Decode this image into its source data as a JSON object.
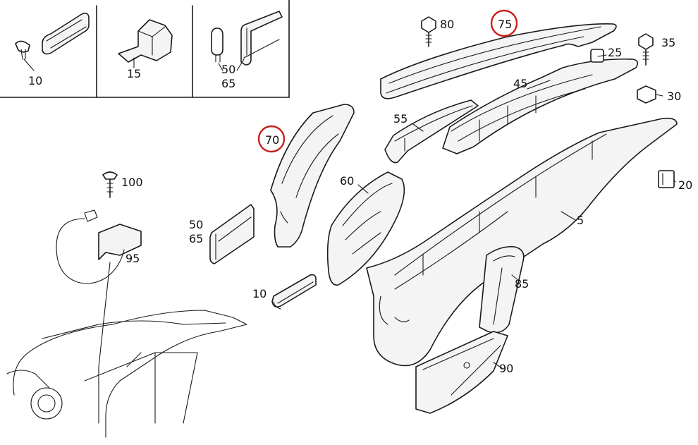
{
  "accent_color": "#c8201e",
  "inset_panels": {
    "panel_a": {
      "labels": [
        "10"
      ]
    },
    "panel_b": {
      "labels": [
        "15"
      ]
    },
    "panel_c": {
      "labels": [
        "50",
        "65"
      ]
    }
  },
  "callouts": {
    "p80": "80",
    "p75": "75",
    "p35": "35",
    "p25": "25",
    "p45": "45",
    "p30": "30",
    "p55": "55",
    "p70": "70",
    "p20": "20",
    "p60": "60",
    "p100": "100",
    "p5": "5",
    "p50": "50",
    "p65": "65",
    "p95": "95",
    "p85": "85",
    "p10": "10",
    "p90": "90"
  },
  "highlighted_parts": [
    "70",
    "75"
  ]
}
